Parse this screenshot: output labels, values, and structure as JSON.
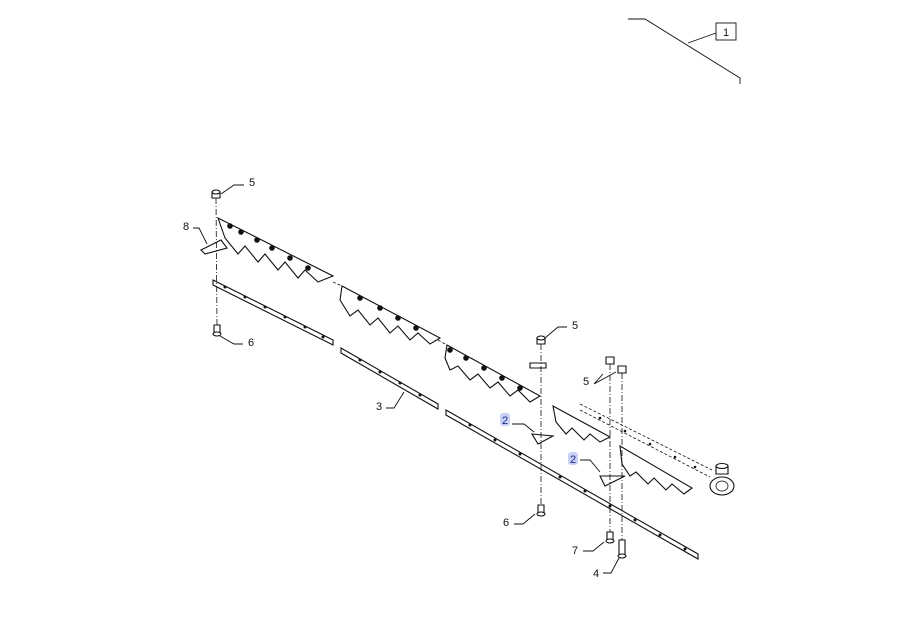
{
  "reference_box": {
    "label": "1"
  },
  "callouts": {
    "c2a": "2",
    "c2b": "2",
    "c3": "3",
    "c4": "4",
    "c5a": "5",
    "c5b": "5",
    "c5c": "5",
    "c6a": "6",
    "c6b": "6",
    "c7": "7",
    "c8": "8"
  },
  "colors": {
    "line": "#111111",
    "highlight_fill": "#c8d0f5",
    "highlight_text": "#1a2a8a"
  }
}
